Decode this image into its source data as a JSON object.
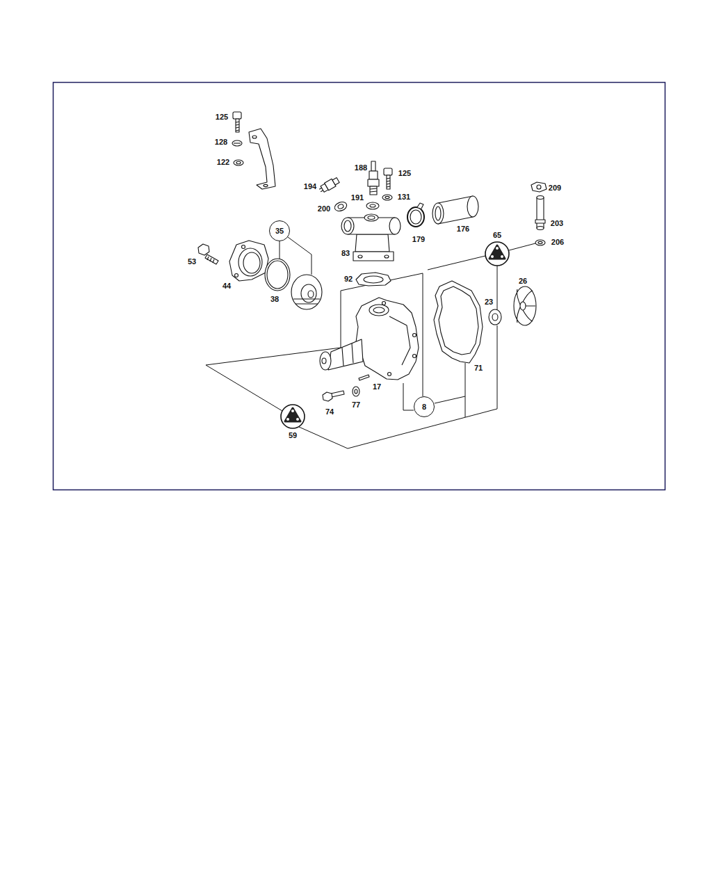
{
  "diagram": {
    "nodes": [
      {
        "text": [
          "35"
        ]
      },
      {
        "text": [
          "65"
        ]
      },
      {
        "text": [
          "8"
        ]
      },
      {
        "text": [
          "59"
        ]
      }
    ],
    "labels": [
      "125",
      "128",
      "122",
      "188",
      "125",
      "194",
      "209",
      "191",
      "131",
      "200",
      "203",
      "176",
      "179",
      "206",
      "53",
      "83",
      "44",
      "92",
      "26",
      "38",
      "23",
      "71",
      "17",
      "77",
      "74"
    ]
  }
}
